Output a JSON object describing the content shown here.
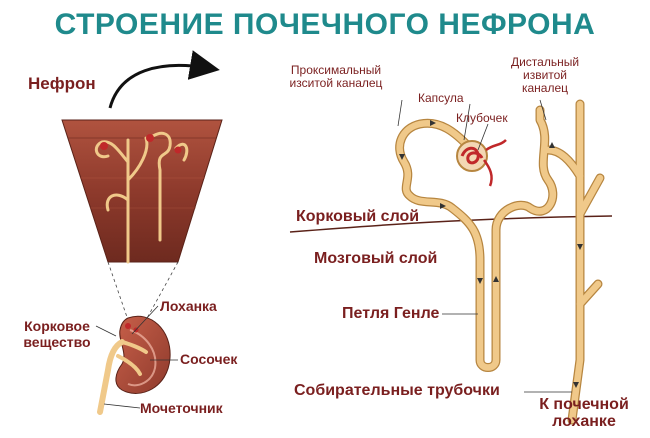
{
  "title": "СТРОЕНИЕ ПОЧЕЧНОГО НЕФРОНА",
  "labels": {
    "nephron": "Нефрон",
    "proximal_line1": "Проксимальный",
    "proximal_line2": "изситой каналец",
    "capsule": "Капсула",
    "glomerulus": "Клубочек",
    "distal_line1": "Дистальный",
    "distal_line2": "извитой",
    "distal_line3": "каналец",
    "cortex": "Корковый слой",
    "medulla": "Мозговый слой",
    "loop": "Петля Генле",
    "collecting": "Собирательные трубочки",
    "to_pelvis_line1": "К почечной",
    "to_pelvis_line2": "лоханке",
    "pelvis": "Лоханка",
    "cortical_line1": "Корковое",
    "cortical_line2": "вещество",
    "papilla": "Сосочек",
    "ureter": "Мочеточник"
  },
  "colors": {
    "title": "#1f8a8c",
    "label": "#7a1f1f",
    "tubule": "#f0c98a",
    "tubule_outline": "#b78640",
    "tissue": "#8e3a2c",
    "tissue_dark": "#6e2a1f",
    "capsule": "#c0282a"
  }
}
